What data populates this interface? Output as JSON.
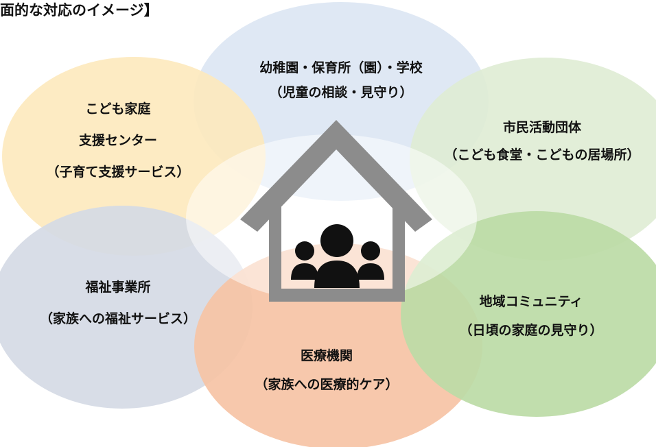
{
  "title": "面的な対応のイメージ】",
  "nodes": {
    "school": {
      "line1": "幼稚園・保育所（園）・学校",
      "line2": "（児童の相談・見守り）",
      "color": "#dbe6f3"
    },
    "kodomo_center": {
      "line1": "こども家庭",
      "line2": "支援センター",
      "line3": "（子育て支援サービス）",
      "color": "#fde9bd"
    },
    "citizen": {
      "line1": "市民活動団体",
      "line2": "（こども食堂・こどもの居場所）",
      "color": "#dfecd4"
    },
    "welfare": {
      "line1": "福祉事業所",
      "line2": "（家族への福祉サービス）",
      "color": "#d5dae5"
    },
    "medical": {
      "line1": "医療機関",
      "line2": "（家族への医療的ケア）",
      "color": "#f6c3a5"
    },
    "community": {
      "line1": "地域コミュニティ",
      "line2": "（日頃の家庭の見守り）",
      "color": "#bcdba6"
    }
  },
  "center": {
    "house_icon": "house-icon",
    "family_icon": "family-icon",
    "house_color": "#8c8c8c",
    "person_color": "#111111"
  }
}
